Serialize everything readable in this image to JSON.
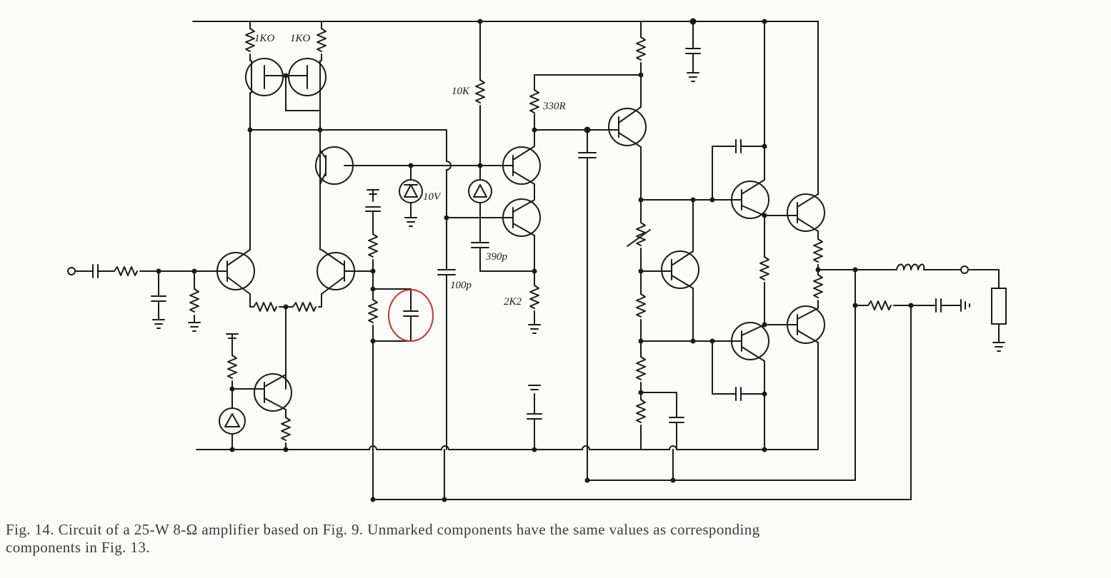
{
  "labels": {
    "r_1k0_left": "1KO",
    "r_1k0_right": "1KO",
    "r_10k": "10K",
    "r_330r": "330R",
    "z_10v": "10V",
    "c_390p": "390p",
    "c_100p": "100p",
    "r_2k2": "2K2"
  },
  "caption": {
    "line1": "Fig. 14. Circuit of a 25-W 8-Ω amplifier based on Fig. 9. Unmarked components have the same values as corresponding",
    "line2": "components in Fig. 13."
  },
  "highlight_color": "#c0392b"
}
